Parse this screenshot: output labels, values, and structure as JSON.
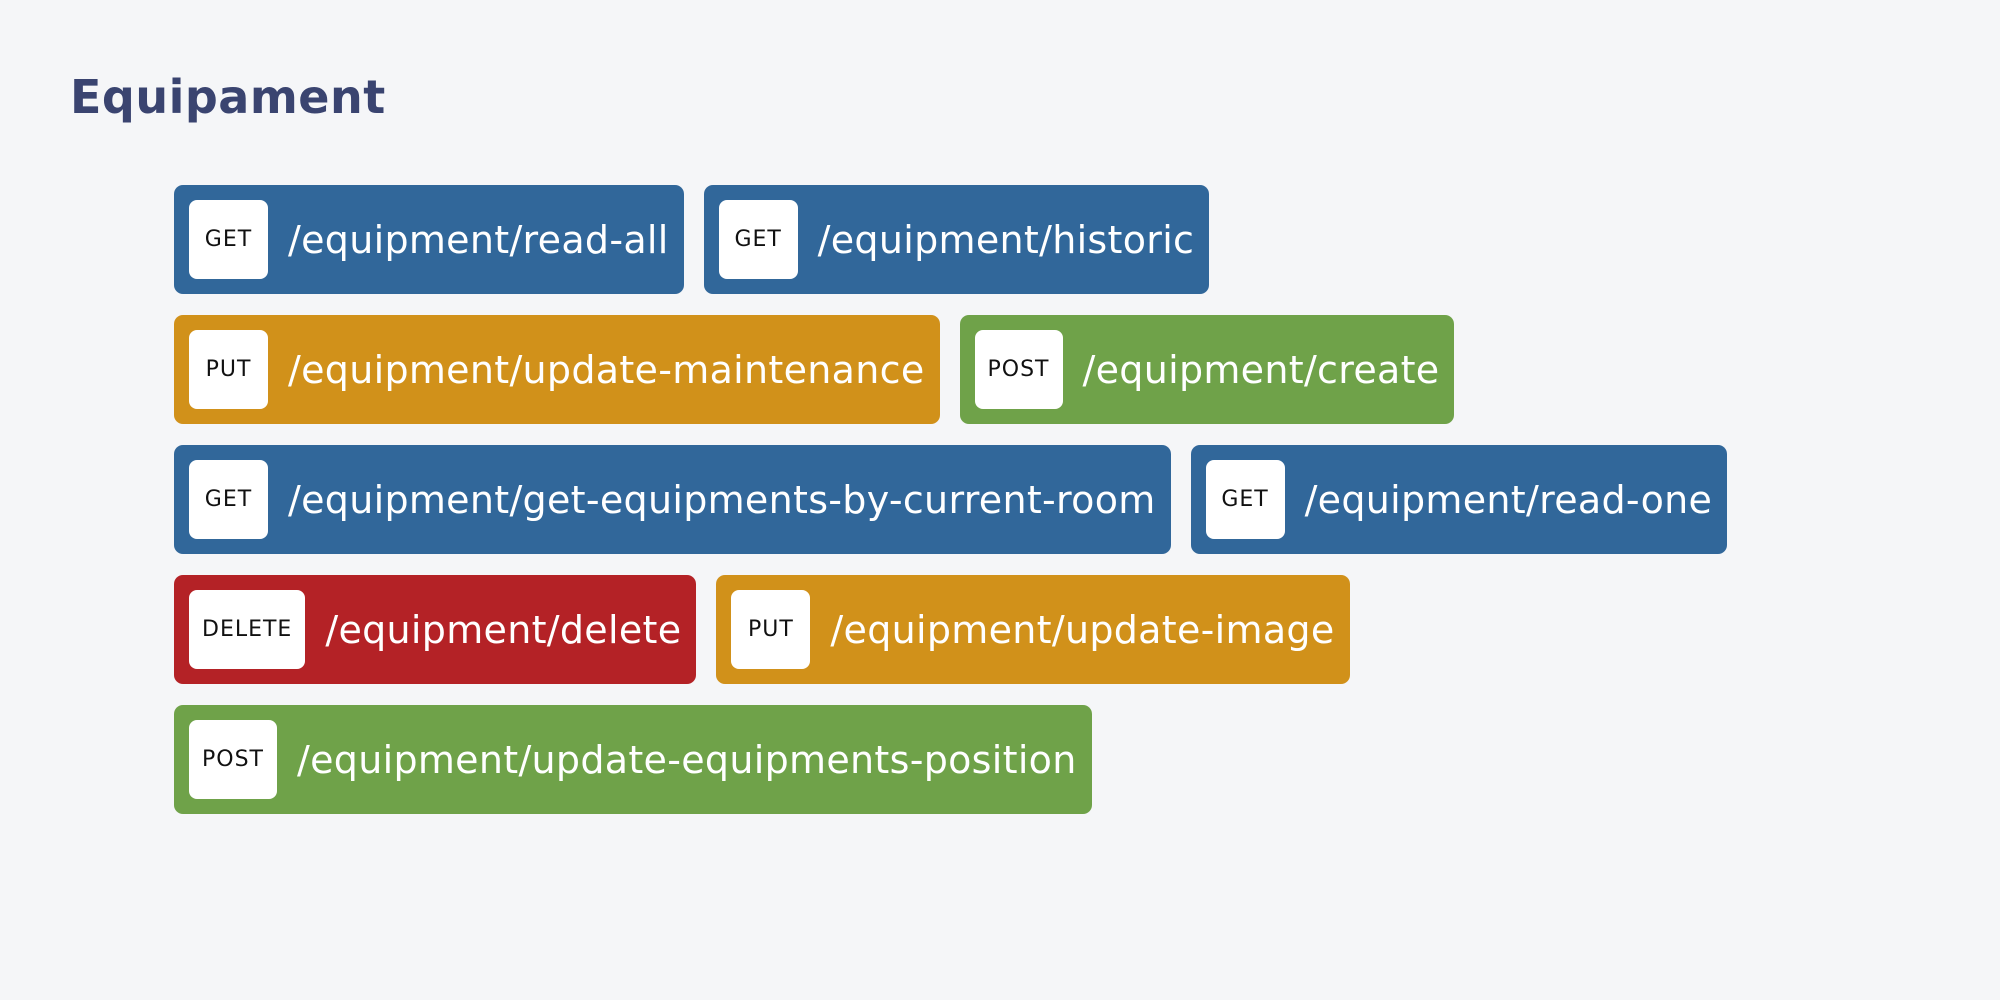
{
  "page": {
    "title": "Equipament"
  },
  "colors": {
    "GET": "#31679a",
    "PUT": "#d1911a",
    "POST": "#6fa249",
    "DELETE": "#b42226"
  },
  "rows": [
    [
      {
        "method": "GET",
        "path": "/equipment/read-all"
      },
      {
        "method": "GET",
        "path": "/equipment/historic"
      }
    ],
    [
      {
        "method": "PUT",
        "path": "/equipment/update-maintenance"
      },
      {
        "method": "POST",
        "path": "/equipment/create"
      }
    ],
    [
      {
        "method": "GET",
        "path": "/equipment/get-equipments-by-current-room"
      },
      {
        "method": "GET",
        "path": "/equipment/read-one"
      }
    ],
    [
      {
        "method": "DELETE",
        "path": "/equipment/delete"
      },
      {
        "method": "PUT",
        "path": "/equipment/update-image"
      }
    ],
    [
      {
        "method": "POST",
        "path": "/equipment/update-equipments-position"
      }
    ]
  ]
}
